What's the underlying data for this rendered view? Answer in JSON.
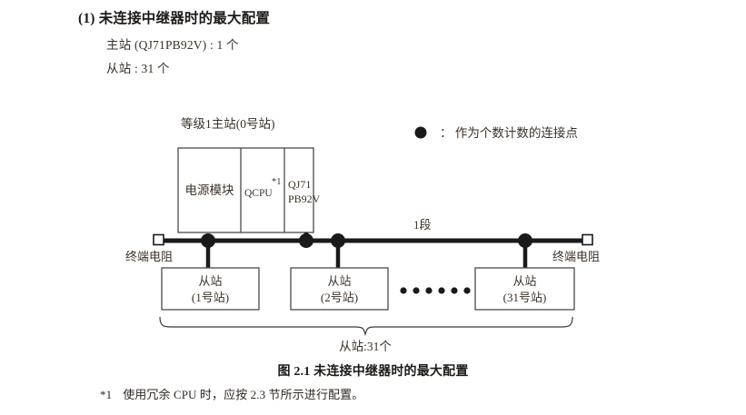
{
  "heading": {
    "number": "(1)",
    "title": "未连接中继器时的最大配置"
  },
  "spec_lines": {
    "master": "主站 (QJ71PB92V) : 1 个",
    "slave": "从站 : 31 个"
  },
  "legend": {
    "symbol": "dot-marker-icon",
    "text": "： 作为个数计数的连接点"
  },
  "diagram": {
    "master_station": {
      "label": "等级1主站(0号站)",
      "cells": [
        {
          "name": "power-module",
          "text": "电源模块"
        },
        {
          "name": "qcpu",
          "text": "QCPU",
          "footnote_mark": "*1"
        },
        {
          "name": "network-module",
          "line1": "QJ71",
          "line2": "PB92V"
        }
      ]
    },
    "bus": {
      "segment_label": "1段",
      "terminator_left": "终端电阻",
      "terminator_right": "终端电阻",
      "connection_points": 4
    },
    "slaves": [
      {
        "line1": "从站",
        "line2": "(1号站)"
      },
      {
        "line1": "从站",
        "line2": "(2号站)"
      },
      {
        "line1": "从站",
        "line2": "(31号站)"
      }
    ],
    "ellipsis_dots": 6,
    "brace_label": "从站:31个"
  },
  "caption": "图 2.1  未连接中继器时的最大配置",
  "footnote": {
    "mark": "*1",
    "text": "使用冗余 CPU 时，应按 2.3 节所示进行配置。"
  },
  "colors": {
    "line": "#1a1a1a",
    "box_border": "#4a4a4a",
    "text": "#3a3128",
    "heading": "#1d1a17"
  }
}
